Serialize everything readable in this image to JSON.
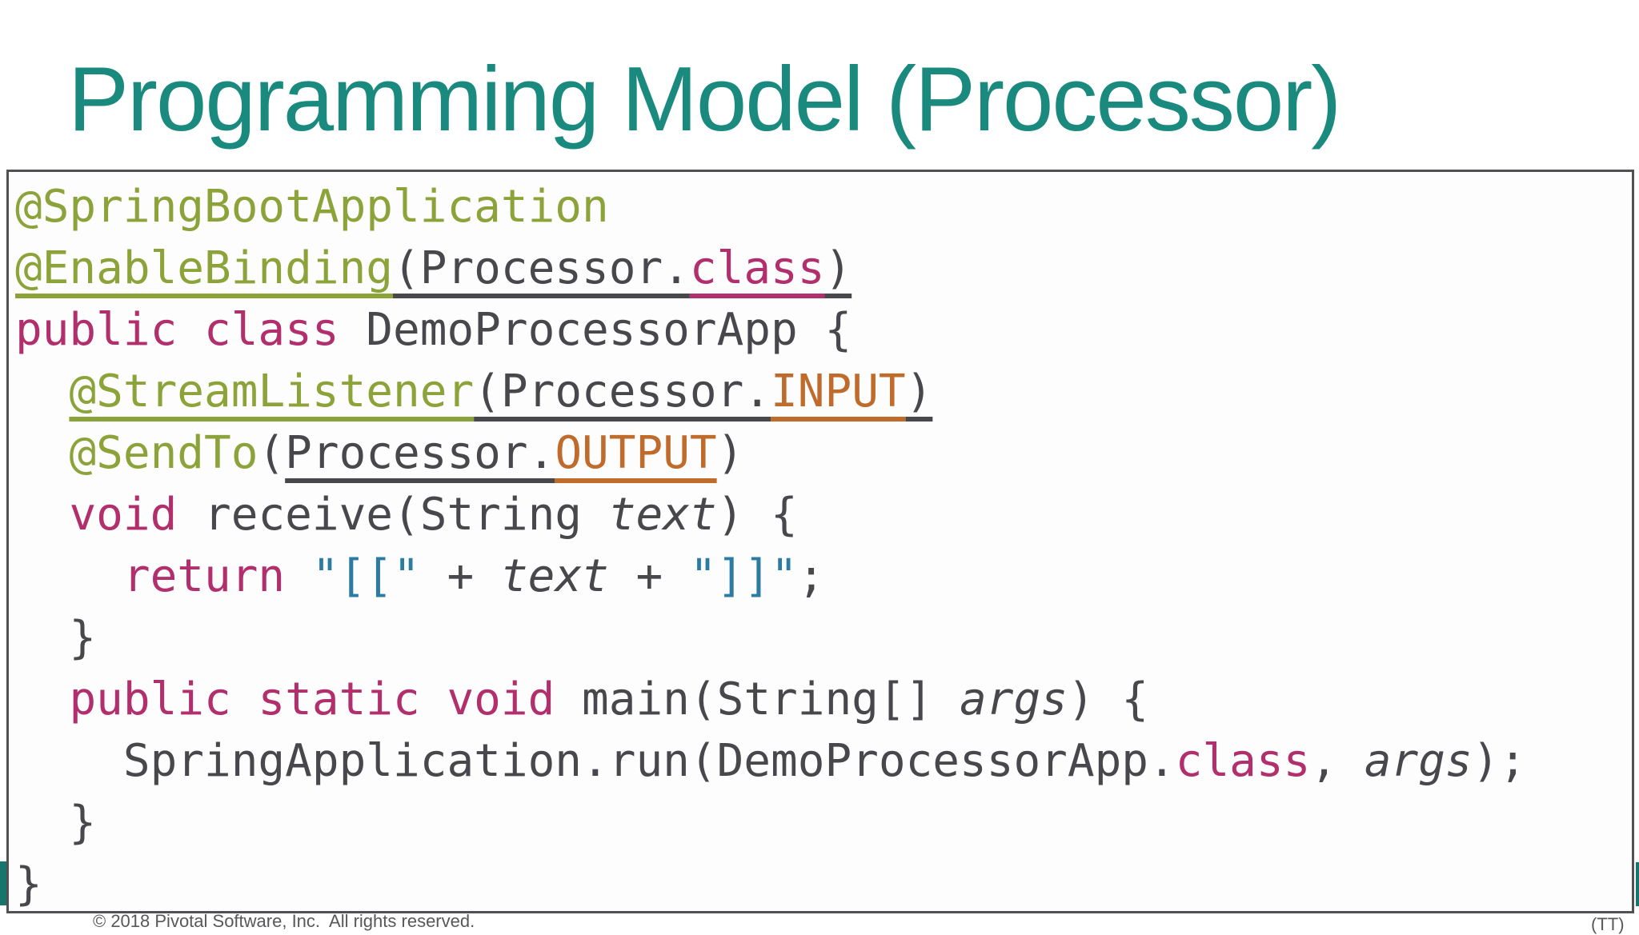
{
  "slide": {
    "title": "Programming Model (Processor)",
    "footer": {
      "copyright": "© 2018 Pivotal Software, Inc.  All rights reserved.",
      "partial_mark": "(TT)"
    },
    "colors": {
      "title_teal": "#1a8a7f",
      "accent_teal": "#17756b",
      "box_border": "#515155",
      "box_bg": "#fdfdfd",
      "footer_gray": "#58585a",
      "code_green": "#8ca33a",
      "code_magenta": "#b12f6d",
      "code_dark": "#48484c",
      "code_orange": "#bf6b2c",
      "code_blue": "#2c7ba2"
    },
    "code": {
      "lines": [
        [
          {
            "t": "@SpringBootApplication",
            "c": "green"
          }
        ],
        [
          {
            "t": "@EnableBinding",
            "c": "green",
            "u": true
          },
          {
            "t": "(Processor.",
            "c": "dark",
            "u": true
          },
          {
            "t": "class",
            "c": "magenta",
            "u": true
          },
          {
            "t": ")",
            "c": "dark",
            "u": true
          }
        ],
        [
          {
            "t": "public class",
            "c": "magenta"
          },
          {
            "t": " DemoProcessorApp {",
            "c": "dark"
          }
        ],
        [
          {
            "t": "  ",
            "c": "dark"
          },
          {
            "t": "@StreamListener",
            "c": "green",
            "u": true
          },
          {
            "t": "(Processor.",
            "c": "dark",
            "u": true
          },
          {
            "t": "INPUT",
            "c": "orange",
            "u": true
          },
          {
            "t": ")",
            "c": "dark",
            "u": true
          }
        ],
        [
          {
            "t": "  ",
            "c": "dark"
          },
          {
            "t": "@SendTo",
            "c": "green"
          },
          {
            "t": "(",
            "c": "dark"
          },
          {
            "t": "Processor.",
            "c": "dark",
            "u": true
          },
          {
            "t": "OUTPUT",
            "c": "orange",
            "u": true
          },
          {
            "t": ")",
            "c": "dark"
          }
        ],
        [
          {
            "t": "  ",
            "c": "dark"
          },
          {
            "t": "void",
            "c": "magenta"
          },
          {
            "t": " receive(String ",
            "c": "dark"
          },
          {
            "t": "text",
            "c": "dark",
            "i": true
          },
          {
            "t": ") {",
            "c": "dark"
          }
        ],
        [
          {
            "t": "    ",
            "c": "dark"
          },
          {
            "t": "return",
            "c": "magenta"
          },
          {
            "t": " ",
            "c": "dark"
          },
          {
            "t": "\"[[\"",
            "c": "blue"
          },
          {
            "t": " + ",
            "c": "dark"
          },
          {
            "t": "text",
            "c": "dark",
            "i": true
          },
          {
            "t": " + ",
            "c": "dark"
          },
          {
            "t": "\"]]\"",
            "c": "blue"
          },
          {
            "t": ";",
            "c": "dark"
          }
        ],
        [
          {
            "t": "  }",
            "c": "dark"
          }
        ],
        [
          {
            "t": "  ",
            "c": "dark"
          },
          {
            "t": "public static void",
            "c": "magenta"
          },
          {
            "t": " main(String[] ",
            "c": "dark"
          },
          {
            "t": "args",
            "c": "dark",
            "i": true
          },
          {
            "t": ") {",
            "c": "dark"
          }
        ],
        [
          {
            "t": "    ",
            "c": "dark"
          },
          {
            "t": "SpringApplication.run(DemoProcessorApp.",
            "c": "dark"
          },
          {
            "t": "class",
            "c": "magenta"
          },
          {
            "t": ", ",
            "c": "dark"
          },
          {
            "t": "args",
            "c": "dark",
            "i": true
          },
          {
            "t": ");",
            "c": "dark"
          }
        ],
        [
          {
            "t": "  }",
            "c": "dark"
          }
        ],
        [
          {
            "t": "}",
            "c": "dark"
          }
        ]
      ]
    }
  }
}
